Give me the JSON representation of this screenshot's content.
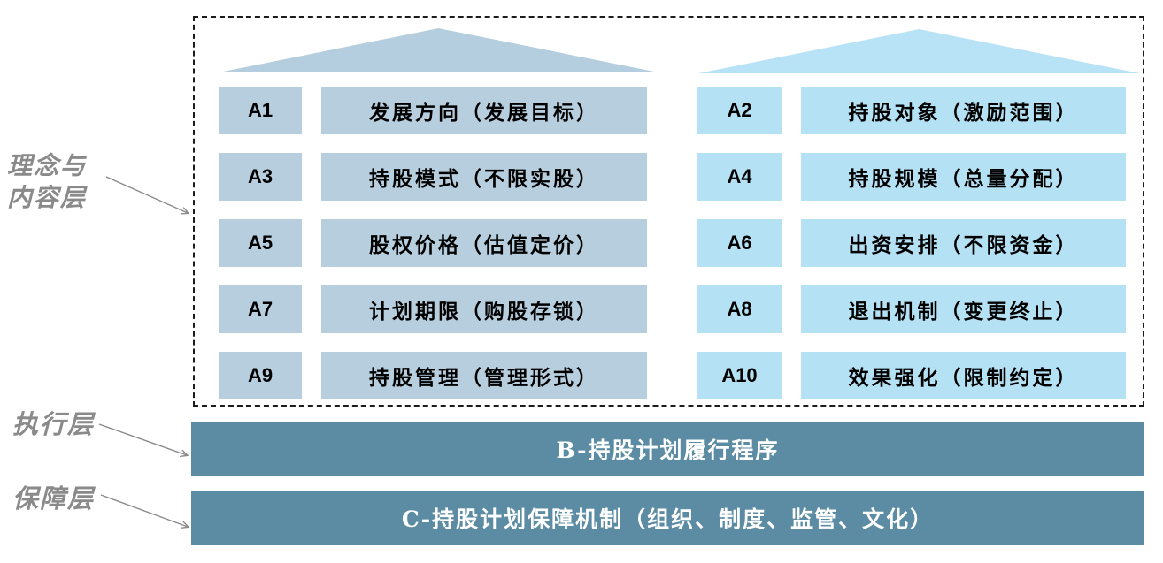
{
  "side_labels": {
    "concept_line1": "理念与",
    "concept_line2": "内容层",
    "execution": "执行层",
    "guarantee": "保障层"
  },
  "matrix": {
    "columns": [
      {
        "cell_color": "#b6cedd",
        "roof_color": "#b4cedf",
        "items": [
          {
            "code": "A1",
            "text": "发展方向（发展目标）"
          },
          {
            "code": "A3",
            "text": "持股模式（不限实股）"
          },
          {
            "code": "A5",
            "text": "股权价格（估值定价）"
          },
          {
            "code": "A7",
            "text": "计划期限（购股存锁）"
          },
          {
            "code": "A9",
            "text": "持股管理（管理形式）"
          }
        ]
      },
      {
        "cell_color": "#b4e1f4",
        "roof_color": "#b8e3f6",
        "items": [
          {
            "code": "A2",
            "text": "持股对象（激励范围）"
          },
          {
            "code": "A4",
            "text": "持股规模（总量分配）"
          },
          {
            "code": "A6",
            "text": "出资安排（不限资金）"
          },
          {
            "code": "A8",
            "text": "退出机制（变更终止）"
          },
          {
            "code": "A10",
            "text": "效果强化（限制约定）"
          }
        ]
      }
    ]
  },
  "bars": [
    {
      "id": "B",
      "text": "B-持股计划履行程序",
      "color": "#5b8ca4"
    },
    {
      "id": "C",
      "text": "C-持股计划保障机制（组织、制度、监管、文化）",
      "color": "#5b8ca4"
    }
  ],
  "colors": {
    "background": "#ffffff",
    "dashed_border": "#1c1c1c",
    "label_gray": "#8a8a8a",
    "cell_text": "#000000",
    "bar_text": "#ffffff"
  }
}
